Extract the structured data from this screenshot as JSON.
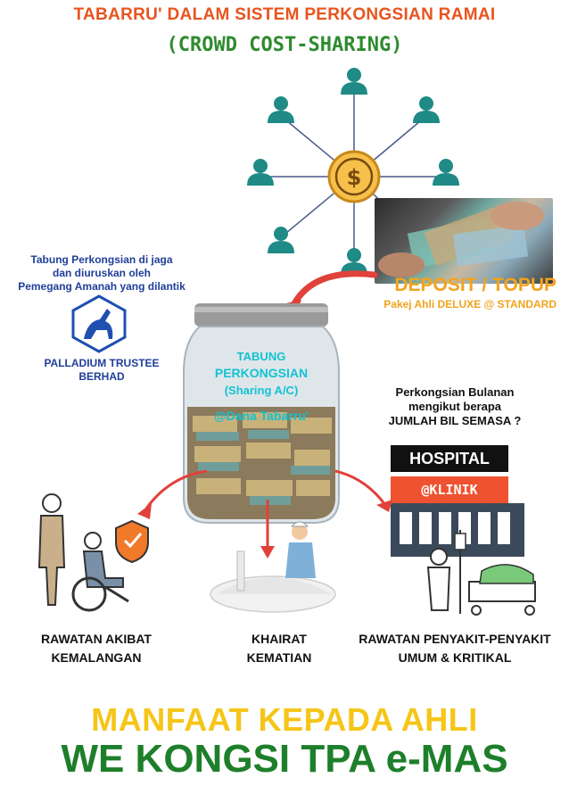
{
  "header": {
    "title": "TABARRU' DALAM SISTEM PERKONGSIAN RAMAI",
    "subtitle": "(CROWD COST-SHARING)"
  },
  "network": {
    "center_icon": "dollar-coin-icon",
    "member_icon": "person-icon",
    "member_count": 8
  },
  "trustee": {
    "lines": [
      "Tabung Perkongsian di jaga",
      "dan diuruskan oleh",
      "Pemegang Amanah yang dilantik"
    ],
    "logo_icon": "goat-shield-logo",
    "name_lines": [
      "PALLADIUM TRUSTEE",
      "BERHAD"
    ]
  },
  "deposit": {
    "title": "DEPOSIT / TOPUP",
    "subtitle": "Pakej Ahli DELUXE @ STANDARD"
  },
  "jar": {
    "line1": "TABUNG",
    "line2": "PERKONGSIAN",
    "line3": "(Sharing A/C)",
    "label": "@Dana Tabarru'"
  },
  "monthly": {
    "line1": "Perkongsian Bulanan",
    "line2": "mengikut berapa",
    "line3": "JUMLAH BIL SEMASA ?"
  },
  "hospital": {
    "sign": "HOSPITAL",
    "subsign": "@KLINIK"
  },
  "benefits": [
    {
      "line1": "RAWATAN AKIBAT",
      "line2": "KEMALANGAN"
    },
    {
      "line1": "KHAIRAT",
      "line2": "KEMATIAN"
    },
    {
      "line1": "RAWATAN PENYAKIT-PENYAKIT",
      "line2": "UMUM & KRITIKAL"
    }
  ],
  "footer": {
    "line1": "MANFAAT KEPADA AHLI",
    "line2": "WE KONGSI TPA e-MAS"
  },
  "colors": {
    "orange": "#e8541e",
    "green": "#2e8b2e",
    "teal_person": "#1f8a86",
    "navy": "#1f3f99",
    "gold": "#f2a31b",
    "cyan": "#13c2d2",
    "arrow_red": "#e0413a",
    "footer_yellow": "#f5c518",
    "footer_green": "#1e7f2a"
  }
}
